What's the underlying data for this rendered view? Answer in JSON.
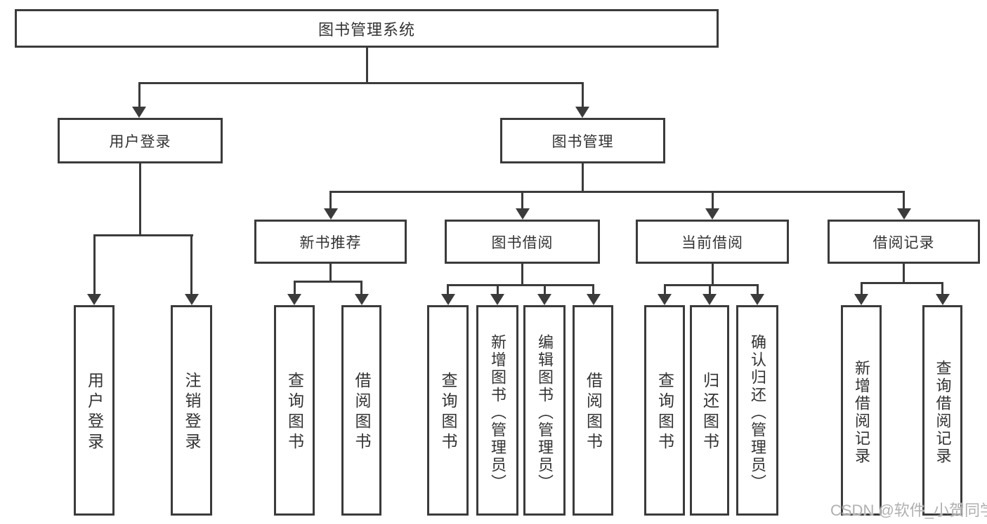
{
  "tree": {
    "label": "图书管理系统",
    "children": [
      {
        "label": "用户登录",
        "children": [
          {
            "label": "用户登录"
          },
          {
            "label": "注销登录"
          }
        ]
      },
      {
        "label": "图书管理",
        "children": [
          {
            "label": "新书推荐",
            "children": [
              {
                "label": "查询图书"
              },
              {
                "label": "借阅图书"
              }
            ]
          },
          {
            "label": "图书借阅",
            "children": [
              {
                "label": "查询图书"
              },
              {
                "label": "新增图书（管理员）"
              },
              {
                "label": "编辑图书（管理员）"
              },
              {
                "label": "借阅图书"
              }
            ]
          },
          {
            "label": "当前借阅",
            "children": [
              {
                "label": "查询图书"
              },
              {
                "label": "归还图书"
              },
              {
                "label": "确认归还（管理员）"
              }
            ]
          },
          {
            "label": "借阅记录",
            "children": [
              {
                "label": "新增借阅记录"
              },
              {
                "label": "查询借阅记录"
              }
            ]
          }
        ]
      }
    ]
  },
  "watermark": {
    "text": "CSDN @软件_小贺同学"
  },
  "colors": {
    "line": "#3b3b3b",
    "box_border": "#3b3b3b",
    "text": "#333333",
    "watermark": "#b0b0b0",
    "background": "#ffffff"
  }
}
